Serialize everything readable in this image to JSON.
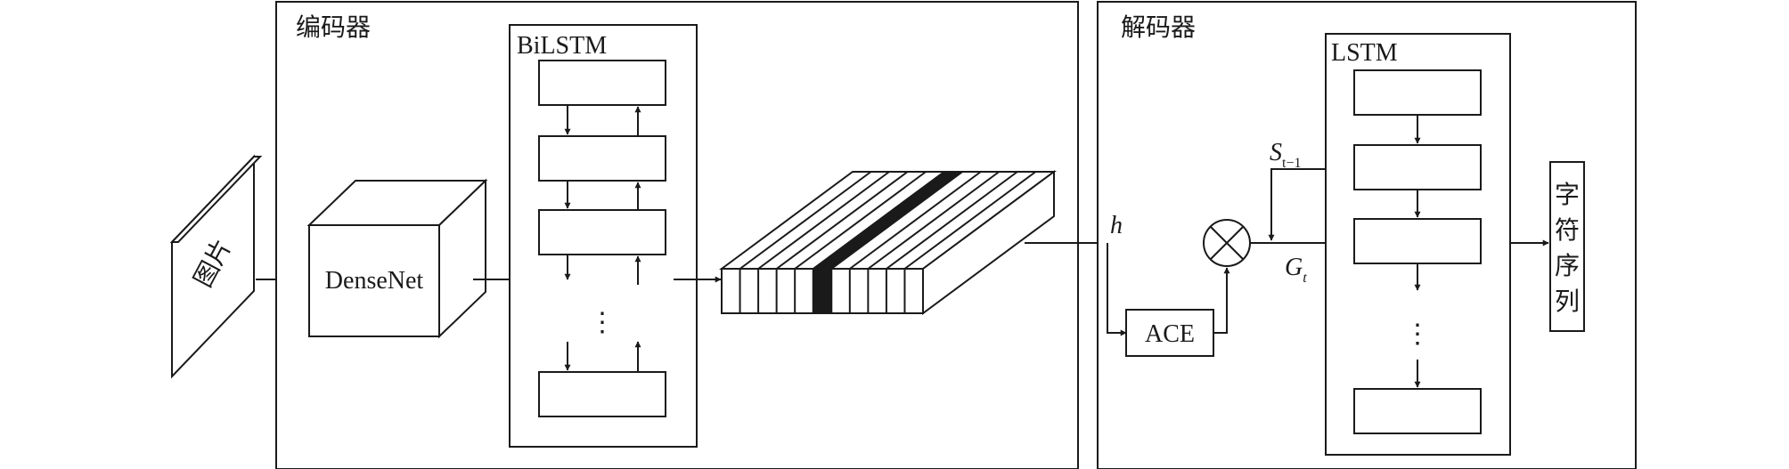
{
  "input": {
    "label": "图片"
  },
  "encoder": {
    "title": "编码器",
    "cnn_label": "DenseNet",
    "rnn_label": "BiLSTM",
    "rnn_cells": 4
  },
  "feature_sequence": {
    "columns": 11,
    "highlighted_column": 5
  },
  "decoder": {
    "title": "解码器",
    "rnn_label": "LSTM",
    "ace_label": "ACE",
    "hidden_label": "h",
    "state_label": {
      "base": "S",
      "sub": "t−1"
    },
    "glimpse_label": {
      "base": "G",
      "sub": "t"
    },
    "lstm_cells": 4,
    "active_cell": 2
  },
  "output": {
    "chars": [
      "字",
      "符",
      "序",
      "列"
    ]
  },
  "ellipsis": "⋮",
  "colors": {
    "stroke": "#1a1a1a",
    "fill_dark": "#1a1a1a",
    "background": "#ffffff"
  }
}
